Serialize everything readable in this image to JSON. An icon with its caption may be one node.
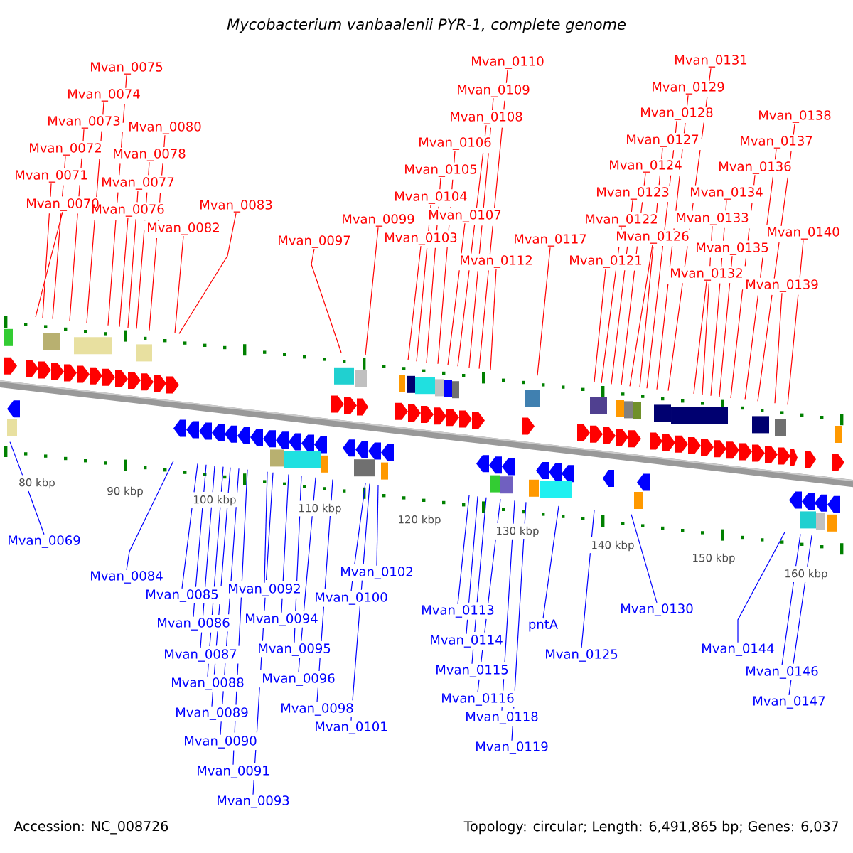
{
  "diagram": {
    "title": "Mycobacterium vanbaalenii PYR-1, complete genome",
    "nodes": [
      {
        "text": [
          "Mvan_0070"
        ]
      },
      {
        "text": [
          "Mvan_0071"
        ]
      },
      {
        "text": [
          "Mvan_0072"
        ]
      },
      {
        "text": [
          "Mvan_0073"
        ]
      },
      {
        "text": [
          "Mvan_0074"
        ]
      },
      {
        "text": [
          "Mvan_0075"
        ]
      },
      {
        "text": [
          "Mvan_0076"
        ]
      },
      {
        "text": [
          "Mvan_0077"
        ]
      },
      {
        "text": [
          "Mvan_0078"
        ]
      },
      {
        "text": [
          "Mvan_0080"
        ]
      },
      {
        "text": [
          "Mvan_0082"
        ]
      },
      {
        "text": [
          "Mvan_0083"
        ]
      },
      {
        "text": [
          "Mvan_0097"
        ]
      },
      {
        "text": [
          "Mvan_0099"
        ]
      },
      {
        "text": [
          "Mvan_0103"
        ]
      },
      {
        "text": [
          "Mvan_0104"
        ]
      },
      {
        "text": [
          "Mvan_0105"
        ]
      },
      {
        "text": [
          "Mvan_0106"
        ]
      },
      {
        "text": [
          "Mvan_0107"
        ]
      },
      {
        "text": [
          "Mvan_0108"
        ]
      },
      {
        "text": [
          "Mvan_0109"
        ]
      },
      {
        "text": [
          "Mvan_0110"
        ]
      },
      {
        "text": [
          "Mvan_0112"
        ]
      },
      {
        "text": [
          "Mvan_0117"
        ]
      },
      {
        "text": [
          "Mvan_0121"
        ]
      },
      {
        "text": [
          "Mvan_0122"
        ]
      },
      {
        "text": [
          "Mvan_0123"
        ]
      },
      {
        "text": [
          "Mvan_0124"
        ]
      },
      {
        "text": [
          "Mvan_0126"
        ]
      },
      {
        "text": [
          "Mvan_0127"
        ]
      },
      {
        "text": [
          "Mvan_0128"
        ]
      },
      {
        "text": [
          "Mvan_0129"
        ]
      },
      {
        "text": [
          "Mvan_0131"
        ]
      },
      {
        "text": [
          "Mvan_0132"
        ]
      },
      {
        "text": [
          "Mvan_0133"
        ]
      },
      {
        "text": [
          "Mvan_0134"
        ]
      },
      {
        "text": [
          "Mvan_0135"
        ]
      },
      {
        "text": [
          "Mvan_0136"
        ]
      },
      {
        "text": [
          "Mvan_0137"
        ]
      },
      {
        "text": [
          "Mvan_0138"
        ]
      },
      {
        "text": [
          "Mvan_0139"
        ]
      },
      {
        "text": [
          "Mvan_0140"
        ]
      },
      {
        "text": [
          "Mvan_0069"
        ]
      },
      {
        "text": [
          "Mvan_0084"
        ]
      },
      {
        "text": [
          "Mvan_0085"
        ]
      },
      {
        "text": [
          "Mvan_0086"
        ]
      },
      {
        "text": [
          "Mvan_0087"
        ]
      },
      {
        "text": [
          "Mvan_0088"
        ]
      },
      {
        "text": [
          "Mvan_0089"
        ]
      },
      {
        "text": [
          "Mvan_0090"
        ]
      },
      {
        "text": [
          "Mvan_0091"
        ]
      },
      {
        "text": [
          "Mvan_0092"
        ]
      },
      {
        "text": [
          "Mvan_0093"
        ]
      },
      {
        "text": [
          "Mvan_0094"
        ]
      },
      {
        "text": [
          "Mvan_0095"
        ]
      },
      {
        "text": [
          "Mvan_0096"
        ]
      },
      {
        "text": [
          "Mvan_0098"
        ]
      },
      {
        "text": [
          "Mvan_0100"
        ]
      },
      {
        "text": [
          "Mvan_0101"
        ]
      },
      {
        "text": [
          "Mvan_0102"
        ]
      },
      {
        "text": [
          "Mvan_0113"
        ]
      },
      {
        "text": [
          "Mvan_0114"
        ]
      },
      {
        "text": [
          "Mvan_0115"
        ]
      },
      {
        "text": [
          "Mvan_0116"
        ]
      },
      {
        "text": [
          "Mvan_0118"
        ]
      },
      {
        "text": [
          "Mvan_0119"
        ]
      },
      {
        "text": [
          "pntA"
        ]
      },
      {
        "text": [
          "Mvan_0125"
        ]
      },
      {
        "text": [
          "Mvan_0130"
        ]
      },
      {
        "text": [
          "Mvan_0144"
        ]
      },
      {
        "text": [
          "Mvan_0146"
        ]
      },
      {
        "text": [
          "Mvan_0147"
        ]
      }
    ],
    "edges": [
      {
        "from": 0,
        "to": null,
        "arrow": "none"
      },
      {
        "from": 1,
        "to": null,
        "arrow": "none"
      },
      {
        "from": 2,
        "to": null,
        "arrow": "none"
      },
      {
        "from": 3,
        "to": null,
        "arrow": "none"
      },
      {
        "from": 4,
        "to": null,
        "arrow": "none"
      },
      {
        "from": 5,
        "to": null,
        "arrow": "none"
      },
      {
        "from": 6,
        "to": null,
        "arrow": "none"
      },
      {
        "from": 7,
        "to": null,
        "arrow": "none"
      },
      {
        "from": 8,
        "to": null,
        "arrow": "none"
      },
      {
        "from": 9,
        "to": null,
        "arrow": "none"
      },
      {
        "from": 10,
        "to": null,
        "arrow": "none"
      },
      {
        "from": 11,
        "to": null,
        "arrow": "none"
      },
      {
        "from": 12,
        "to": null,
        "arrow": "none"
      },
      {
        "from": 13,
        "to": null,
        "arrow": "none"
      },
      {
        "from": 14,
        "to": null,
        "arrow": "none"
      },
      {
        "from": 15,
        "to": null,
        "arrow": "none"
      },
      {
        "from": 16,
        "to": null,
        "arrow": "none"
      },
      {
        "from": 17,
        "to": null,
        "arrow": "none"
      },
      {
        "from": 18,
        "to": null,
        "arrow": "none"
      },
      {
        "from": 19,
        "to": null,
        "arrow": "none"
      },
      {
        "from": 20,
        "to": null,
        "arrow": "none"
      },
      {
        "from": 21,
        "to": null,
        "arrow": "none"
      },
      {
        "from": 22,
        "to": null,
        "arrow": "none"
      },
      {
        "from": 23,
        "to": null,
        "arrow": "none"
      },
      {
        "from": 24,
        "to": null,
        "arrow": "none"
      },
      {
        "from": 25,
        "to": null,
        "arrow": "none"
      },
      {
        "from": 26,
        "to": null,
        "arrow": "none"
      },
      {
        "from": 27,
        "to": null,
        "arrow": "none"
      },
      {
        "from": 28,
        "to": null,
        "arrow": "none"
      },
      {
        "from": 29,
        "to": null,
        "arrow": "none"
      },
      {
        "from": 30,
        "to": null,
        "arrow": "none"
      },
      {
        "from": 31,
        "to": null,
        "arrow": "none"
      },
      {
        "from": 32,
        "to": null,
        "arrow": "none"
      },
      {
        "from": 33,
        "to": null,
        "arrow": "none"
      },
      {
        "from": 34,
        "to": null,
        "arrow": "none"
      },
      {
        "from": 35,
        "to": null,
        "arrow": "none"
      },
      {
        "from": 36,
        "to": null,
        "arrow": "none"
      },
      {
        "from": 37,
        "to": null,
        "arrow": "none"
      },
      {
        "from": 38,
        "to": null,
        "arrow": "none"
      },
      {
        "from": 39,
        "to": null,
        "arrow": "none"
      },
      {
        "from": 40,
        "to": null,
        "arrow": "none"
      },
      {
        "from": 41,
        "to": null,
        "arrow": "none"
      },
      {
        "from": 42,
        "to": null,
        "arrow": "none",
        "color": "#0000ff"
      },
      {
        "from": 43,
        "to": null,
        "arrow": "none",
        "color": "#0000ff"
      },
      {
        "from": 44,
        "to": null,
        "arrow": "none",
        "color": "#0000ff"
      },
      {
        "from": 45,
        "to": null,
        "arrow": "none",
        "color": "#0000ff"
      },
      {
        "from": 46,
        "to": null,
        "arrow": "none",
        "color": "#0000ff"
      },
      {
        "from": 47,
        "to": null,
        "arrow": "none",
        "color": "#0000ff"
      },
      {
        "from": 48,
        "to": null,
        "arrow": "none",
        "color": "#0000ff"
      },
      {
        "from": 49,
        "to": null,
        "arrow": "none",
        "color": "#0000ff"
      },
      {
        "from": 50,
        "to": null,
        "arrow": "none",
        "color": "#0000ff"
      },
      {
        "from": 51,
        "to": null,
        "arrow": "none",
        "color": "#0000ff"
      },
      {
        "from": 52,
        "to": null,
        "arrow": "none",
        "color": "#0000ff"
      },
      {
        "from": 53,
        "to": null,
        "arrow": "none",
        "color": "#0000ff"
      },
      {
        "from": 54,
        "to": null,
        "arrow": "none",
        "color": "#0000ff"
      },
      {
        "from": 55,
        "to": null,
        "arrow": "none",
        "color": "#0000ff"
      },
      {
        "from": 56,
        "to": null,
        "arrow": "none",
        "color": "#0000ff"
      },
      {
        "from": 57,
        "to": null,
        "arrow": "none",
        "color": "#0000ff"
      },
      {
        "from": 58,
        "to": null,
        "arrow": "none",
        "color": "#0000ff"
      },
      {
        "from": 59,
        "to": null,
        "arrow": "none",
        "color": "#0000ff"
      },
      {
        "from": 60,
        "to": null,
        "arrow": "none",
        "color": "#0000ff"
      },
      {
        "from": 61,
        "to": null,
        "arrow": "none",
        "color": "#0000ff"
      },
      {
        "from": 62,
        "to": null,
        "arrow": "none",
        "color": "#0000ff"
      },
      {
        "from": 63,
        "to": null,
        "arrow": "none",
        "color": "#0000ff"
      },
      {
        "from": 64,
        "to": null,
        "arrow": "none",
        "color": "#0000ff"
      },
      {
        "from": 65,
        "to": null,
        "arrow": "none",
        "color": "#0000ff"
      },
      {
        "from": 66,
        "to": null,
        "arrow": "none",
        "color": "#0000ff"
      },
      {
        "from": 67,
        "to": null,
        "arrow": "none",
        "color": "#0000ff"
      },
      {
        "from": 68,
        "to": null,
        "arrow": "none",
        "color": "#0000ff"
      },
      {
        "from": 69,
        "to": null,
        "arrow": "none",
        "color": "#0000ff"
      },
      {
        "from": 70,
        "to": null,
        "arrow": "none",
        "color": "#0000ff"
      },
      {
        "from": 71,
        "to": null,
        "arrow": "none",
        "color": "#0000ff"
      }
    ],
    "labels": [
      "80 kbp",
      "90 kbp",
      "100 kbp",
      "110 kbp",
      "120 kbp",
      "130 kbp",
      "140 kbp",
      "150 kbp",
      "160 kbp",
      "Accession: NC_008726",
      "Topology: circular; Length: 6,491,865 bp; Genes: 6,037"
    ]
  }
}
